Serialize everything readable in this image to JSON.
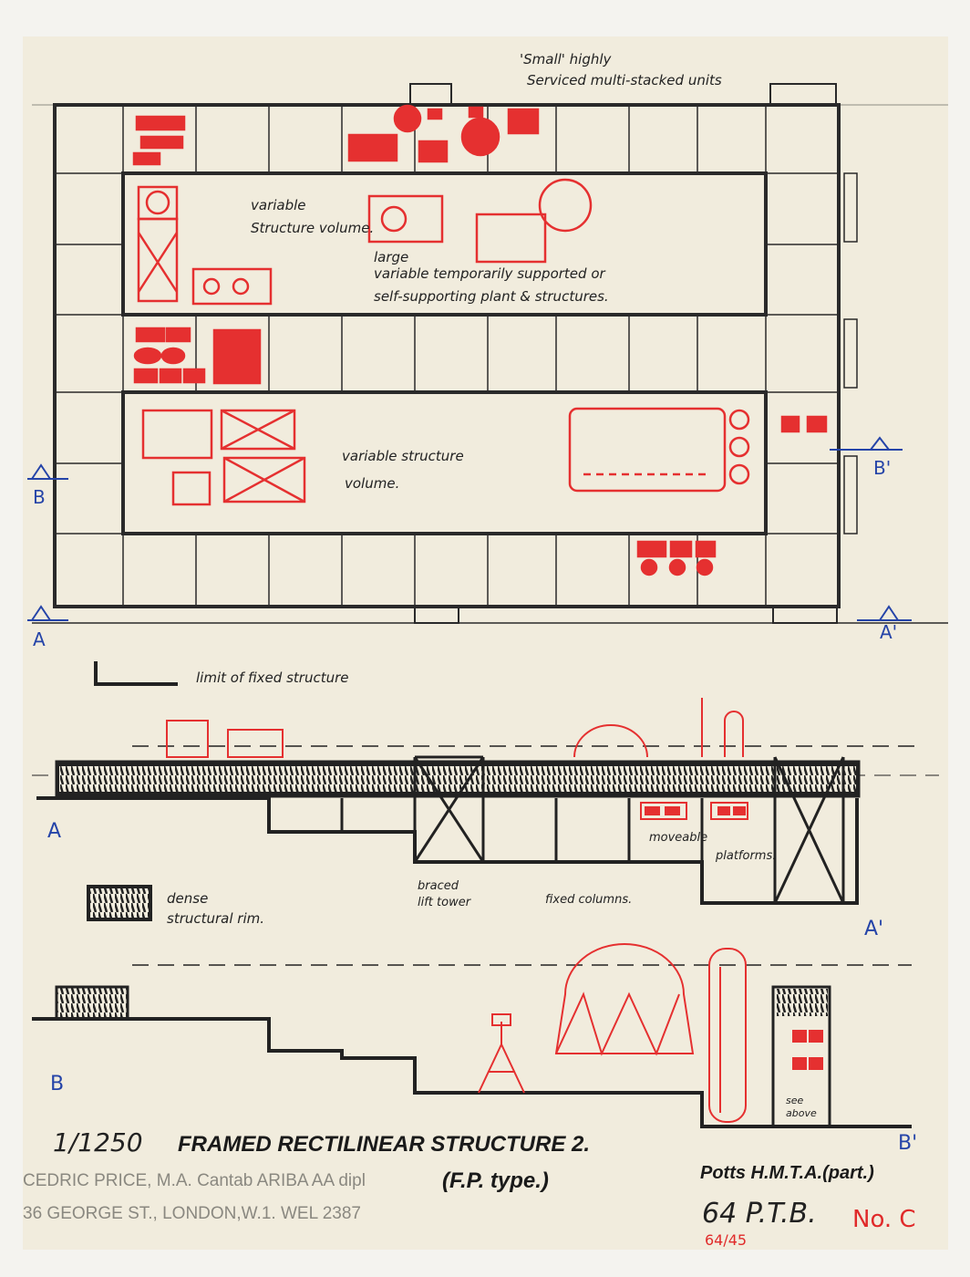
{
  "colors": {
    "paper": "#f1ecdd",
    "ink": "#2a2a2a",
    "red": "#e53030",
    "blue": "#2544a8",
    "stamp": "#8a8880"
  },
  "plan": {
    "annotation_small_units": [
      "'Small' highly",
      "Serviced multi-stacked units"
    ],
    "label_upper_volume": [
      "variable",
      "Structure volume."
    ],
    "annotation_large": [
      "large",
      "variable temporarily supported or",
      "self-supporting plant & structures."
    ],
    "label_lower_volume": [
      "variable structure",
      "volume."
    ],
    "section_marks": {
      "b_left": "B",
      "b_right": "B'",
      "a_left": "A",
      "a_right": "A'"
    }
  },
  "legend": {
    "fixed_structure": "limit of fixed structure",
    "dense_rim": [
      "dense",
      "structural rim."
    ]
  },
  "section_a": {
    "mark_left": "A",
    "mark_right": "A'",
    "braced_tower": [
      "braced",
      "lift tower"
    ],
    "fixed_columns": "fixed columns.",
    "movable_platforms": [
      "moveable",
      "platforms."
    ]
  },
  "section_b": {
    "mark_left": "B",
    "mark_right": "B'",
    "see_above": [
      "see",
      "above"
    ]
  },
  "title_block": {
    "scale": "1/1250",
    "title": "FRAMED RECTILINEAR STRUCTURE 2.",
    "subtitle": "(F.P. type.)",
    "stamp_line1": "CEDRIC PRICE, M.A. Cantab ARIBA AA dipl",
    "stamp_line2": "36 GEORGE ST., LONDON,W.1.  WEL 2387",
    "project": "Potts H.M.T.A.(part.)",
    "sheet": "64 P.T.B.",
    "number": "No. C",
    "ref": "64/45"
  }
}
